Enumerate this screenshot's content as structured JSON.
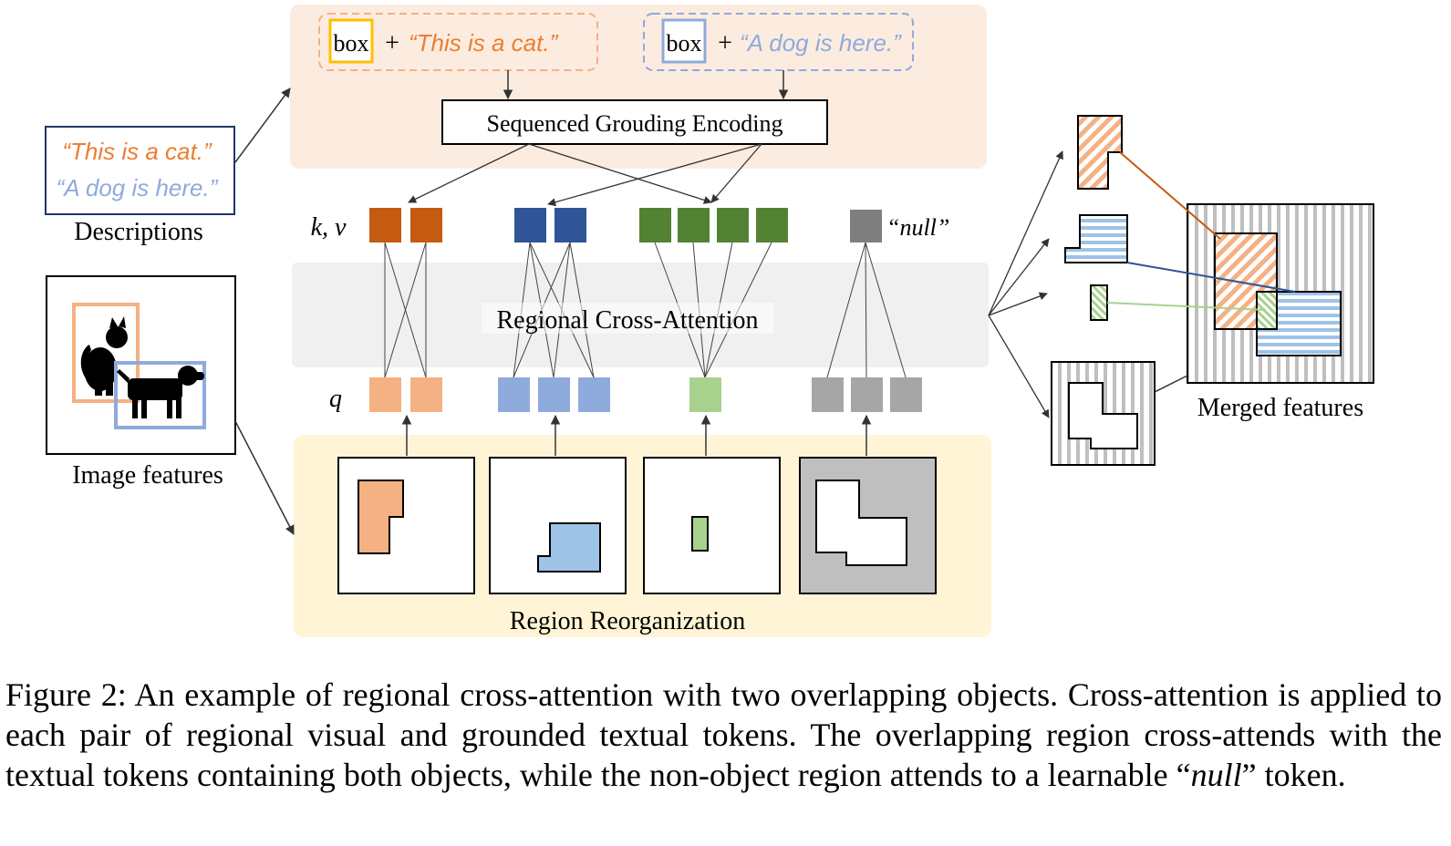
{
  "descriptions": {
    "cat_text": "“This is a cat.”",
    "dog_text": "“A dog is here.”",
    "label": "Descriptions"
  },
  "image_features": {
    "label": "Image features"
  },
  "prompts": {
    "box_word": "box",
    "plus": "+",
    "cat_prompt": "“This is a cat.”",
    "dog_prompt": "“A dog is here.”"
  },
  "encoder": {
    "label": "Sequenced Grouding Encoding"
  },
  "kv_label": "k, v",
  "q_label": "q",
  "null_label": "“null”",
  "attention": {
    "label": "Regional Cross-Attention"
  },
  "reorganization": {
    "label": "Region Reorganization"
  },
  "merged": {
    "label": "Merged features"
  },
  "colors": {
    "cat": "#f0a478",
    "cat_dark": "#c55a11",
    "dog": "#8faadc",
    "dog_dark": "#2f5597",
    "overlap": "#a9d18e",
    "overlap_dark": "#548235",
    "null": "#a6a6a6",
    "null_dark": "#7f7f7f",
    "cat_text": "#ed7d31",
    "dog_text": "#8faadc",
    "box_cat_border": "#ffc000",
    "box_dog_border": "#8faadc",
    "bg_top": "#fbe5d6",
    "bg_mid": "#ededed",
    "bg_bottom": "#fff2cc"
  },
  "caption": {
    "part1": "Figure 2:  An example of regional cross-attention with two overlapping objects.  Cross-attention is applied to each pair of regional visual and grounded textual tokens.  The overlapping region cross-attends with the textual tokens containing both objects, while the non-object region attends to a learnable “",
    "null_word": "null",
    "part2": "” token."
  }
}
